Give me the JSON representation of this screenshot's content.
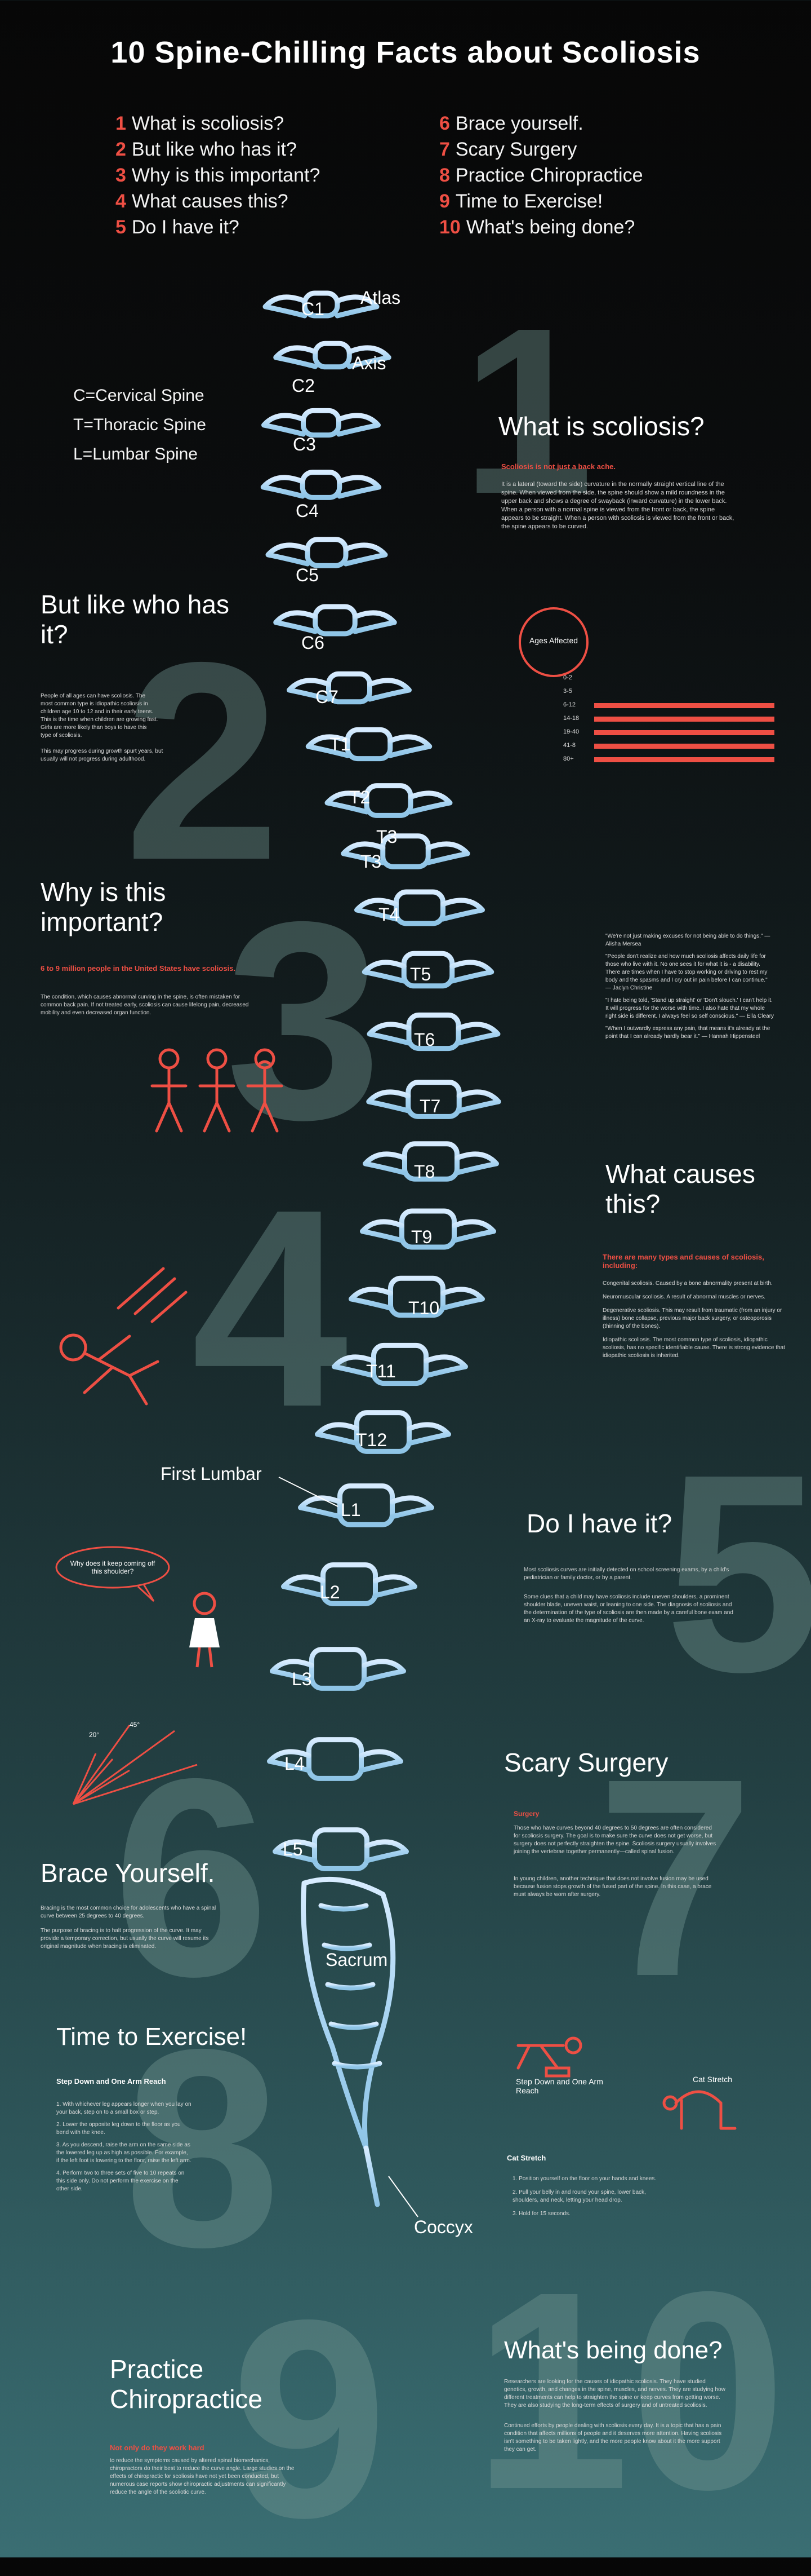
{
  "title": "10 Spine-Chilling Facts about Scoliosis",
  "toc_left": [
    {
      "num": "1",
      "label": "What is scoliosis?"
    },
    {
      "num": "2",
      "label": "But like who has it?"
    },
    {
      "num": "3",
      "label": "Why is this important?"
    },
    {
      "num": "4",
      "label": "What causes this?"
    },
    {
      "num": "5",
      "label": "Do I have it?"
    }
  ],
  "toc_right": [
    {
      "num": "6",
      "label": "Brace yourself."
    },
    {
      "num": "7",
      "label": "Scary Surgery"
    },
    {
      "num": "8",
      "label": "Practice Chiropractice"
    },
    {
      "num": "9",
      "label": "Time to Exercise!"
    },
    {
      "num": "10",
      "label": "What's being done?"
    }
  ],
  "legend": [
    "C=Cervical Spine",
    "T=Thoracic Spine",
    "L=Lumbar Spine"
  ],
  "spine_labels": {
    "atlas": "Atlas",
    "axis": "Axis",
    "c1": "C1",
    "c2": "C2",
    "c3": "C3",
    "c4": "C4",
    "c5": "C5",
    "c6": "C6",
    "c7": "C7",
    "t1": "T1",
    "t2": "T2",
    "t3a": "T3",
    "t3b": "T3",
    "t4": "T4",
    "t5": "T5",
    "t6": "T6",
    "t7": "T7",
    "t8": "T8",
    "t9": "T9",
    "t10": "T10",
    "t11": "T11",
    "t12": "T12",
    "first_lumbar": "First Lumbar",
    "l1": "L1",
    "l2": "L2",
    "l3": "L3",
    "l4": "L4",
    "l5": "L5",
    "sacrum": "Sacrum",
    "coccyx": "Coccyx"
  },
  "sections": {
    "s1": {
      "num": "1",
      "heading": "What is scoliosis?",
      "sub": "Scoliosis is not just a back ache.",
      "body": "It is a lateral (toward the side) curvature in the normally straight vertical line of the spine. When viewed from the side, the spine should show a mild roundness in the upper back and shows a degree of swayback (inward curvature) in the lower back. When a person with a normal spine is viewed from the front or back, the spine appears to be straight. When a person with scoliosis is viewed from the front or back, the spine appears to be curved."
    },
    "s2": {
      "num": "2",
      "heading": "But like who has it?",
      "body": "People of all ages can have scoliosis. The most common type is idiopathic scoliosis in children age 10 to 12 and in their early teens. This is the time when children are growing fast. Girls are more likely than boys to have this type of scoliosis.",
      "body2": "This may progress during growth spurt years, but usually will not progress during adulthood.",
      "ages_title": "Ages Affected",
      "ages": [
        {
          "label": "0-2",
          "value": 0
        },
        {
          "label": "3-5",
          "value": 0
        },
        {
          "label": "6-12",
          "value": 1
        },
        {
          "label": "14-18",
          "value": 1
        },
        {
          "label": "19-40",
          "value": 1
        },
        {
          "label": "41-8",
          "value": 1
        },
        {
          "label": "80+",
          "value": 1
        }
      ]
    },
    "s3": {
      "num": "3",
      "heading": "Why is this important?",
      "sub": "6 to 9 million people in the United States have scoliosis.",
      "body": "The condition, which causes abnormal curving in the spine, is often mistaken for common back pain. If not treated early, scoliosis can cause lifelong pain, decreased mobility and even decreased organ function."
    },
    "quotes": [
      "\"We're not just making excuses for not being able to do things.\" — Alisha Mersea",
      "\"People don't realize and how much scoliosis affects daily life for those who live with it. No one sees it for what it is - a disability. There are times when I have to stop working or driving to rest my body and the spasms and I cry out in pain before I can continue.\" — Jaclyn Christine",
      "\"I hate being told, 'Stand up straight' or 'Don't slouch.' I can't help it. It will progress for the worse with time. I also hate that my whole right side is different. I always feel so self conscious.\" — Ella Cleary",
      "\"When I outwardly express any pain, that means it's already at the point that I can already hardly bear it.\" — Hannah Hippensteel"
    ],
    "s4": {
      "num": "4",
      "heading": "What causes this?",
      "sub": "There are many types and causes of scoliosis, including:",
      "items": [
        "Congenital scoliosis. Caused by a bone abnormality present at birth.",
        "Neuromuscular scoliosis. A result of abnormal muscles or nerves.",
        "Degenerative scoliosis. This may result from traumatic (from an injury or illness) bone collapse, previous major back surgery, or osteoporosis (thinning of the bones).",
        "Idiopathic scoliosis. The most common type of scoliosis, idiopathic scoliosis, has no specific identifiable cause. There is strong evidence that idiopathic scoliosis is inherited."
      ]
    },
    "s5": {
      "num": "5",
      "heading": "Do I have it?",
      "body": "Most scoliosis curves are initially detected on school screening exams, by a child's pediatrician or family doctor, or by a parent.",
      "body2": "Some clues that a child may have scoliosis include uneven shoulders, a prominent shoulder blade, uneven waist, or leaning to one side. The diagnosis of scoliosis and the determination of the type of scoliosis are then made by a careful bone exam and an X-ray to evaluate the magnitude of the curve.",
      "bubble": "Why does it keep coming off this shoulder?"
    },
    "s6": {
      "num": "6",
      "heading": "Brace Yourself.",
      "body": "Bracing is the most common choice for adolescents who have a spinal curve between 25 degrees to 40 degrees.",
      "body2": "The purpose of bracing is to halt progression of the curve. It may provide a temporary correction, but usually the curve will resume its original magnitude when bracing is eliminated.",
      "angles": [
        "20°",
        "45°"
      ]
    },
    "s7": {
      "num": "7",
      "heading": "Scary Surgery",
      "sub": "Surgery",
      "body": "Those who have curves beyond 40 degrees to 50 degrees are often considered for scoliosis surgery. The goal is to make sure the curve does not get worse, but surgery does not perfectly straighten the spine. Scoliosis surgery usually involves joining the vertebrae together permanently—called spinal fusion.",
      "body2": "In young children, another technique that does not involve fusion may be used because fusion stops growth of the fused part of the spine. In this case, a brace must always be worn after surgery."
    },
    "s8": {
      "num": "8",
      "heading": "Time to Exercise!",
      "ex1_title": "Step Down and One Arm Reach",
      "ex1_steps": [
        "1. With whichever leg appears longer when you lay on your back, step on to a small box or step.",
        "2. Lower the opposite leg down to the floor as you bend with the knee.",
        "3. As you descend, raise the arm on the same side as the lowered leg up as high as possible. For example, if the left foot is lowering to the floor, raise the left arm.",
        "4. Perform two to three sets of five to 10 repeats on this side only. Do not perform the exercise on the other side."
      ],
      "fig1": "Step Down and One Arm Reach",
      "fig2": "Cat Stretch",
      "ex2_title": "Cat Stretch",
      "ex2_steps": [
        "1. Position yourself on the floor on your hands and knees.",
        "2. Pull your belly in and round your spine, lower back, shoulders, and neck, letting your head drop.",
        "3. Hold for 15 seconds."
      ]
    },
    "s9": {
      "num": "9",
      "heading": "Practice Chiropractice",
      "sub": "Not only do they work hard",
      "body": "to reduce the symptoms caused by altered spinal biomechanics, chiropractors do their best to reduce the curve angle. Large studies on the effects of chiropractic for scoliosis have not yet been conducted, but numerous case reports show chiropractic adjustments can significantly reduce the angle of the scoliotic curve."
    },
    "s10": {
      "num": "10",
      "heading": "What's being done?",
      "body": "Researchers are looking for the causes of idiopathic scoliosis. They have studied genetics, growth, and changes in the spine, muscles, and nerves. They are studying how different treatments can help to straighten the spine or keep curves from getting worse. They are also studying the long-term effects of surgery and of untreated scoliosis.",
      "body2": "Continued efforts by people dealing with scoliosis every day. It is a topic that has a pain condition that affects millions of people and it deserves more attention. Having scoliosis isn't something to be taken lightly, and the more people know about it the more support they can get."
    }
  },
  "colors": {
    "accent": "#ee4f44",
    "spine": "#a9d4f2",
    "bignum": "#7a9690"
  }
}
